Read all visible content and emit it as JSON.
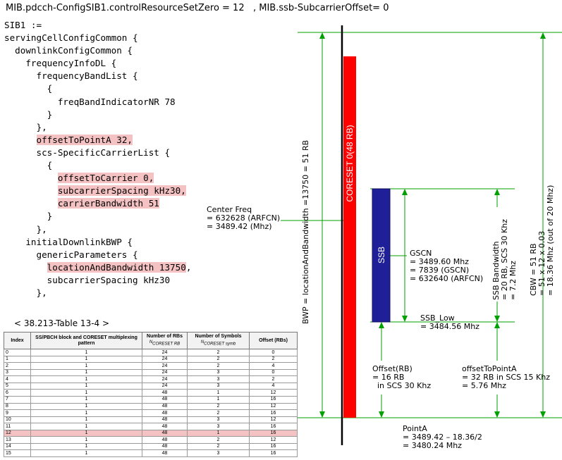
{
  "header": {
    "mib_line": "MIB.pdcch-ConfigSIB1.controlResourceSetZero = 12   , MIB.ssb-SubcarrierOffset= 0"
  },
  "code": {
    "lines": [
      {
        "pre": "SIB1 :=",
        "hl": "",
        "post": ""
      },
      {
        "pre": "servingCellConfigCommon {",
        "hl": "",
        "post": ""
      },
      {
        "pre": "  downlinkConfigCommon {",
        "hl": "",
        "post": ""
      },
      {
        "pre": "    frequencyInfoDL {",
        "hl": "",
        "post": ""
      },
      {
        "pre": "      frequencyBandList {",
        "hl": "",
        "post": ""
      },
      {
        "pre": "        {",
        "hl": "",
        "post": ""
      },
      {
        "pre": "          freqBandIndicatorNR 78",
        "hl": "",
        "post": ""
      },
      {
        "pre": "        }",
        "hl": "",
        "post": ""
      },
      {
        "pre": "      },",
        "hl": "",
        "post": ""
      },
      {
        "pre": "      ",
        "hl": "offsetToPointA 32,",
        "post": ""
      },
      {
        "pre": "      scs-SpecificCarrierList {",
        "hl": "",
        "post": ""
      },
      {
        "pre": "        {",
        "hl": "",
        "post": ""
      },
      {
        "pre": "          ",
        "hl": "offsetToCarrier 0,",
        "post": ""
      },
      {
        "pre": "          ",
        "hl": "subcarrierSpacing kHz30,",
        "post": ""
      },
      {
        "pre": "          ",
        "hl": "carrierBandwidth 51",
        "post": ""
      },
      {
        "pre": "        }",
        "hl": "",
        "post": ""
      },
      {
        "pre": "      },",
        "hl": "",
        "post": ""
      },
      {
        "pre": "    initialDownlinkBWP {",
        "hl": "",
        "post": ""
      },
      {
        "pre": "      genericParameters {",
        "hl": "",
        "post": ""
      },
      {
        "pre": "        ",
        "hl": "locationAndBandwidth 13750",
        "post": ","
      },
      {
        "pre": "        subcarrierSpacing kHz30",
        "hl": "",
        "post": ""
      },
      {
        "pre": "      },",
        "hl": "",
        "post": ""
      }
    ]
  },
  "table": {
    "caption": "< 38.213-Table 13-4 >",
    "headers": {
      "index": "Index",
      "pattern": "SS/PBCH block and CORESET multiplexing pattern",
      "rbs": "Number of RBs",
      "rbs_sym": "N",
      "rbs_sub": "CORESET RB",
      "symbols": "Number of Symbols",
      "sym_sym": "N",
      "sym_sub": "CORESET symb",
      "offset": "Offset (RBs)"
    },
    "highlight_index": "12",
    "rows": [
      [
        "0",
        "1",
        "24",
        "2",
        "0"
      ],
      [
        "1",
        "1",
        "24",
        "2",
        "2"
      ],
      [
        "2",
        "1",
        "24",
        "2",
        "4"
      ],
      [
        "3",
        "1",
        "24",
        "3",
        "0"
      ],
      [
        "4",
        "1",
        "24",
        "3",
        "2"
      ],
      [
        "5",
        "1",
        "24",
        "3",
        "4"
      ],
      [
        "6",
        "1",
        "48",
        "1",
        "12"
      ],
      [
        "7",
        "1",
        "48",
        "1",
        "16"
      ],
      [
        "8",
        "1",
        "48",
        "2",
        "12"
      ],
      [
        "9",
        "1",
        "48",
        "2",
        "16"
      ],
      [
        "10",
        "1",
        "48",
        "3",
        "12"
      ],
      [
        "11",
        "1",
        "48",
        "3",
        "16"
      ],
      [
        "12",
        "1",
        "48",
        "1",
        "16"
      ],
      [
        "13",
        "1",
        "48",
        "2",
        "12"
      ],
      [
        "14",
        "1",
        "48",
        "2",
        "16"
      ],
      [
        "15",
        "1",
        "48",
        "3",
        "16"
      ]
    ]
  },
  "diagram": {
    "colors": {
      "coreset": "#ff0000",
      "ssb": "#1f1f99",
      "lines": "#00a000",
      "axis": "#000000"
    },
    "coreset_label": "CORESET 0(48 RB)",
    "ssb_label": "SSB",
    "bwp_label": "BWP = locationAndBandwidth =13750 = 51 RB",
    "cbw_label": "CBW = 51 RB\n= 51 x 12 x 0.03\n= 18.36 Mhz (out of 20 Mhz)",
    "ssb_bw_label": "SSB Bandwidth\n= 20 RB, SCS 30 Khz\n= 7.2 Mhz",
    "center_freq": "Center Freq\n= 632628 (ARFCN)\n= 3489.42 (Mhz)",
    "gscn": "GSCN\n= 3489.60 Mhz\n= 7839 (GSCN)\n= 632640 (ARFCN)",
    "ssb_low": "SSB_Low\n= 3484.56 Mhz",
    "offset_rb": "Offset(RB)\n= 16 RB\n  in SCS 30 Khz",
    "offset_to_point_a": "offsetToPointA\n= 32 RB in SCS 15 Khz\n= 5.76 Mhz",
    "point_a": "PointA\n= 3489.42 – 18.36/2\n= 3480.24 Mhz"
  }
}
